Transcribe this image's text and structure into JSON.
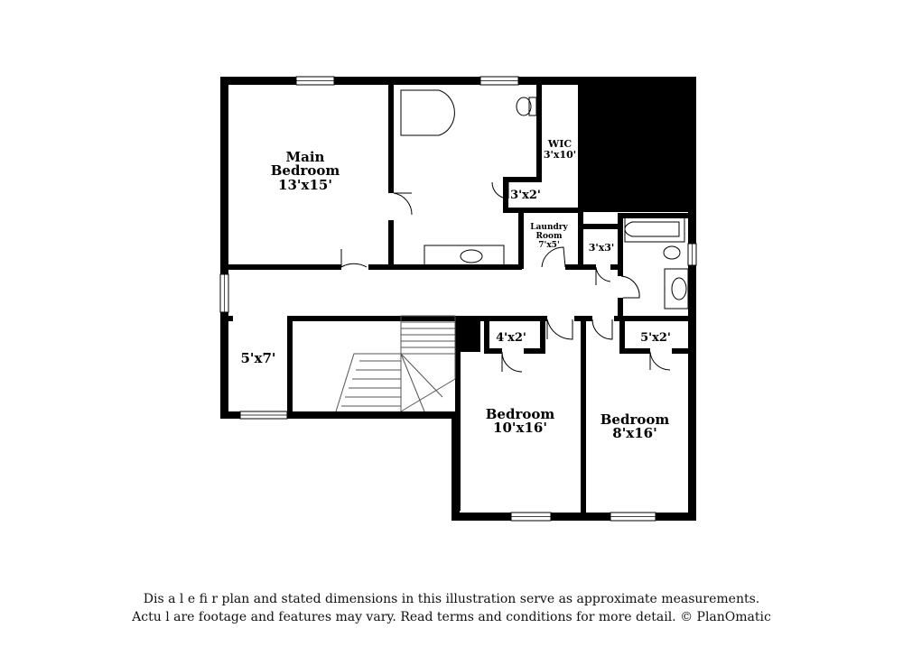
{
  "rooms": {
    "main_bedroom": {
      "name_line1": "Main",
      "name_line2": "Bedroom",
      "size": "13'x15'"
    },
    "wic": {
      "name": "WIC",
      "size": "3'x10'"
    },
    "closet_main": {
      "size": "3'x2'"
    },
    "laundry": {
      "name_line1": "Laundry",
      "name_line2": "Room",
      "size": "7'x5'"
    },
    "closet_hall": {
      "size": "3'x3'"
    },
    "landing": {
      "size": "5'x7'"
    },
    "closet_bed2": {
      "size": "4'x2'"
    },
    "closet_bed3": {
      "size": "5'x2'"
    },
    "bedroom2": {
      "name": "Bedroom",
      "size": "10'x16'"
    },
    "bedroom3": {
      "name": "Bedroom",
      "size": "8'x16'"
    }
  },
  "disclaimer": {
    "line1": "Dis    a     l    e fi    r  plan and stated dimensions in this illustration serve as approximate measurements.",
    "line2": "Actu    l     are footage and features may vary. Read terms and conditions for more detail. © PlanOmatic"
  },
  "colors": {
    "wall": "#000000",
    "background": "#ffffff"
  }
}
